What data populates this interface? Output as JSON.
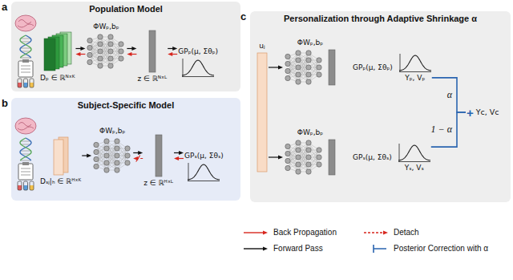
{
  "diagram": {
    "nodes": [
      {
        "text": [
          "a",
          "Population Model"
        ]
      },
      {
        "text": [
          "Dₚ ∈ ℝᴺˣᴷ"
        ],
        "in": 0
      },
      {
        "text": [
          "ΦWₚ,bₚ"
        ],
        "in": 0
      },
      {
        "text": [
          "z ∈ ℝᴺˣᴸ"
        ],
        "in": 0
      },
      {
        "text": [
          "GPₚ(μ, Σθₚ)"
        ],
        "in": 0
      },
      {
        "text": [
          "b",
          "Subject-Specific Model"
        ]
      },
      {
        "text": [
          "Dₛⱼ|ₕ ∈ ℝᴴˣᴷ"
        ],
        "in": 5
      },
      {
        "text": [
          "ΦWₚ,bₚ"
        ],
        "in": 5
      },
      {
        "text": [
          "z ∈ ℝᴴˣᴸ"
        ],
        "in": 5
      },
      {
        "text": [
          "GPₛ(μ, Σθₛ)"
        ],
        "in": 5
      },
      {
        "text": [
          "c",
          "Personalization through Adaptive Shrinkage α"
        ]
      },
      {
        "text": [
          "uⱼ"
        ],
        "in": 10
      },
      {
        "text": [
          "ΦWₚ,bₚ"
        ],
        "in": 10
      },
      {
        "text": [
          "GPₚ(μ, Σθₚ)",
          "Yₚ, Vₚ"
        ],
        "in": 10
      },
      {
        "text": [
          "ΦWₚ,bₚ"
        ],
        "in": 10
      },
      {
        "text": [
          "GPₛ(μ, Σθₛ)",
          "Yₛ, Vₛ"
        ],
        "in": 10
      },
      {
        "text": [
          "+",
          "Yc, Vc"
        ],
        "in": 10
      }
    ],
    "edges": [
      {
        "from": 1,
        "to": 2,
        "arrow": "to"
      },
      {
        "from": 2,
        "to": 1,
        "arrow": "to"
      },
      {
        "from": 2,
        "to": 3,
        "arrow": "to"
      },
      {
        "from": 3,
        "to": 2,
        "arrow": "to"
      },
      {
        "from": 3,
        "to": 4,
        "arrow": "to"
      },
      {
        "from": 4,
        "to": 3,
        "arrow": "to"
      },
      {
        "from": 6,
        "to": 7,
        "arrow": "to"
      },
      {
        "from": 7,
        "to": 8,
        "arrow": "to"
      },
      {
        "from": 8,
        "to": 7,
        "arrow": "to"
      },
      {
        "from": 8,
        "to": 9,
        "arrow": "to"
      },
      {
        "from": 9,
        "to": 8,
        "arrow": "to"
      },
      {
        "from": 11,
        "to": 12,
        "arrow": "to"
      },
      {
        "from": 11,
        "to": 14,
        "arrow": "to"
      },
      {
        "from": 13,
        "to": 16,
        "label": "α",
        "arrow": "none"
      },
      {
        "from": 15,
        "to": 16,
        "label": "1 − α",
        "arrow": "none"
      }
    ],
    "legend": [
      {
        "text": "Back Propagation"
      },
      {
        "text": "Detach"
      },
      {
        "text": "Forward Pass"
      },
      {
        "text": "Posterior Correction with α"
      }
    ]
  }
}
